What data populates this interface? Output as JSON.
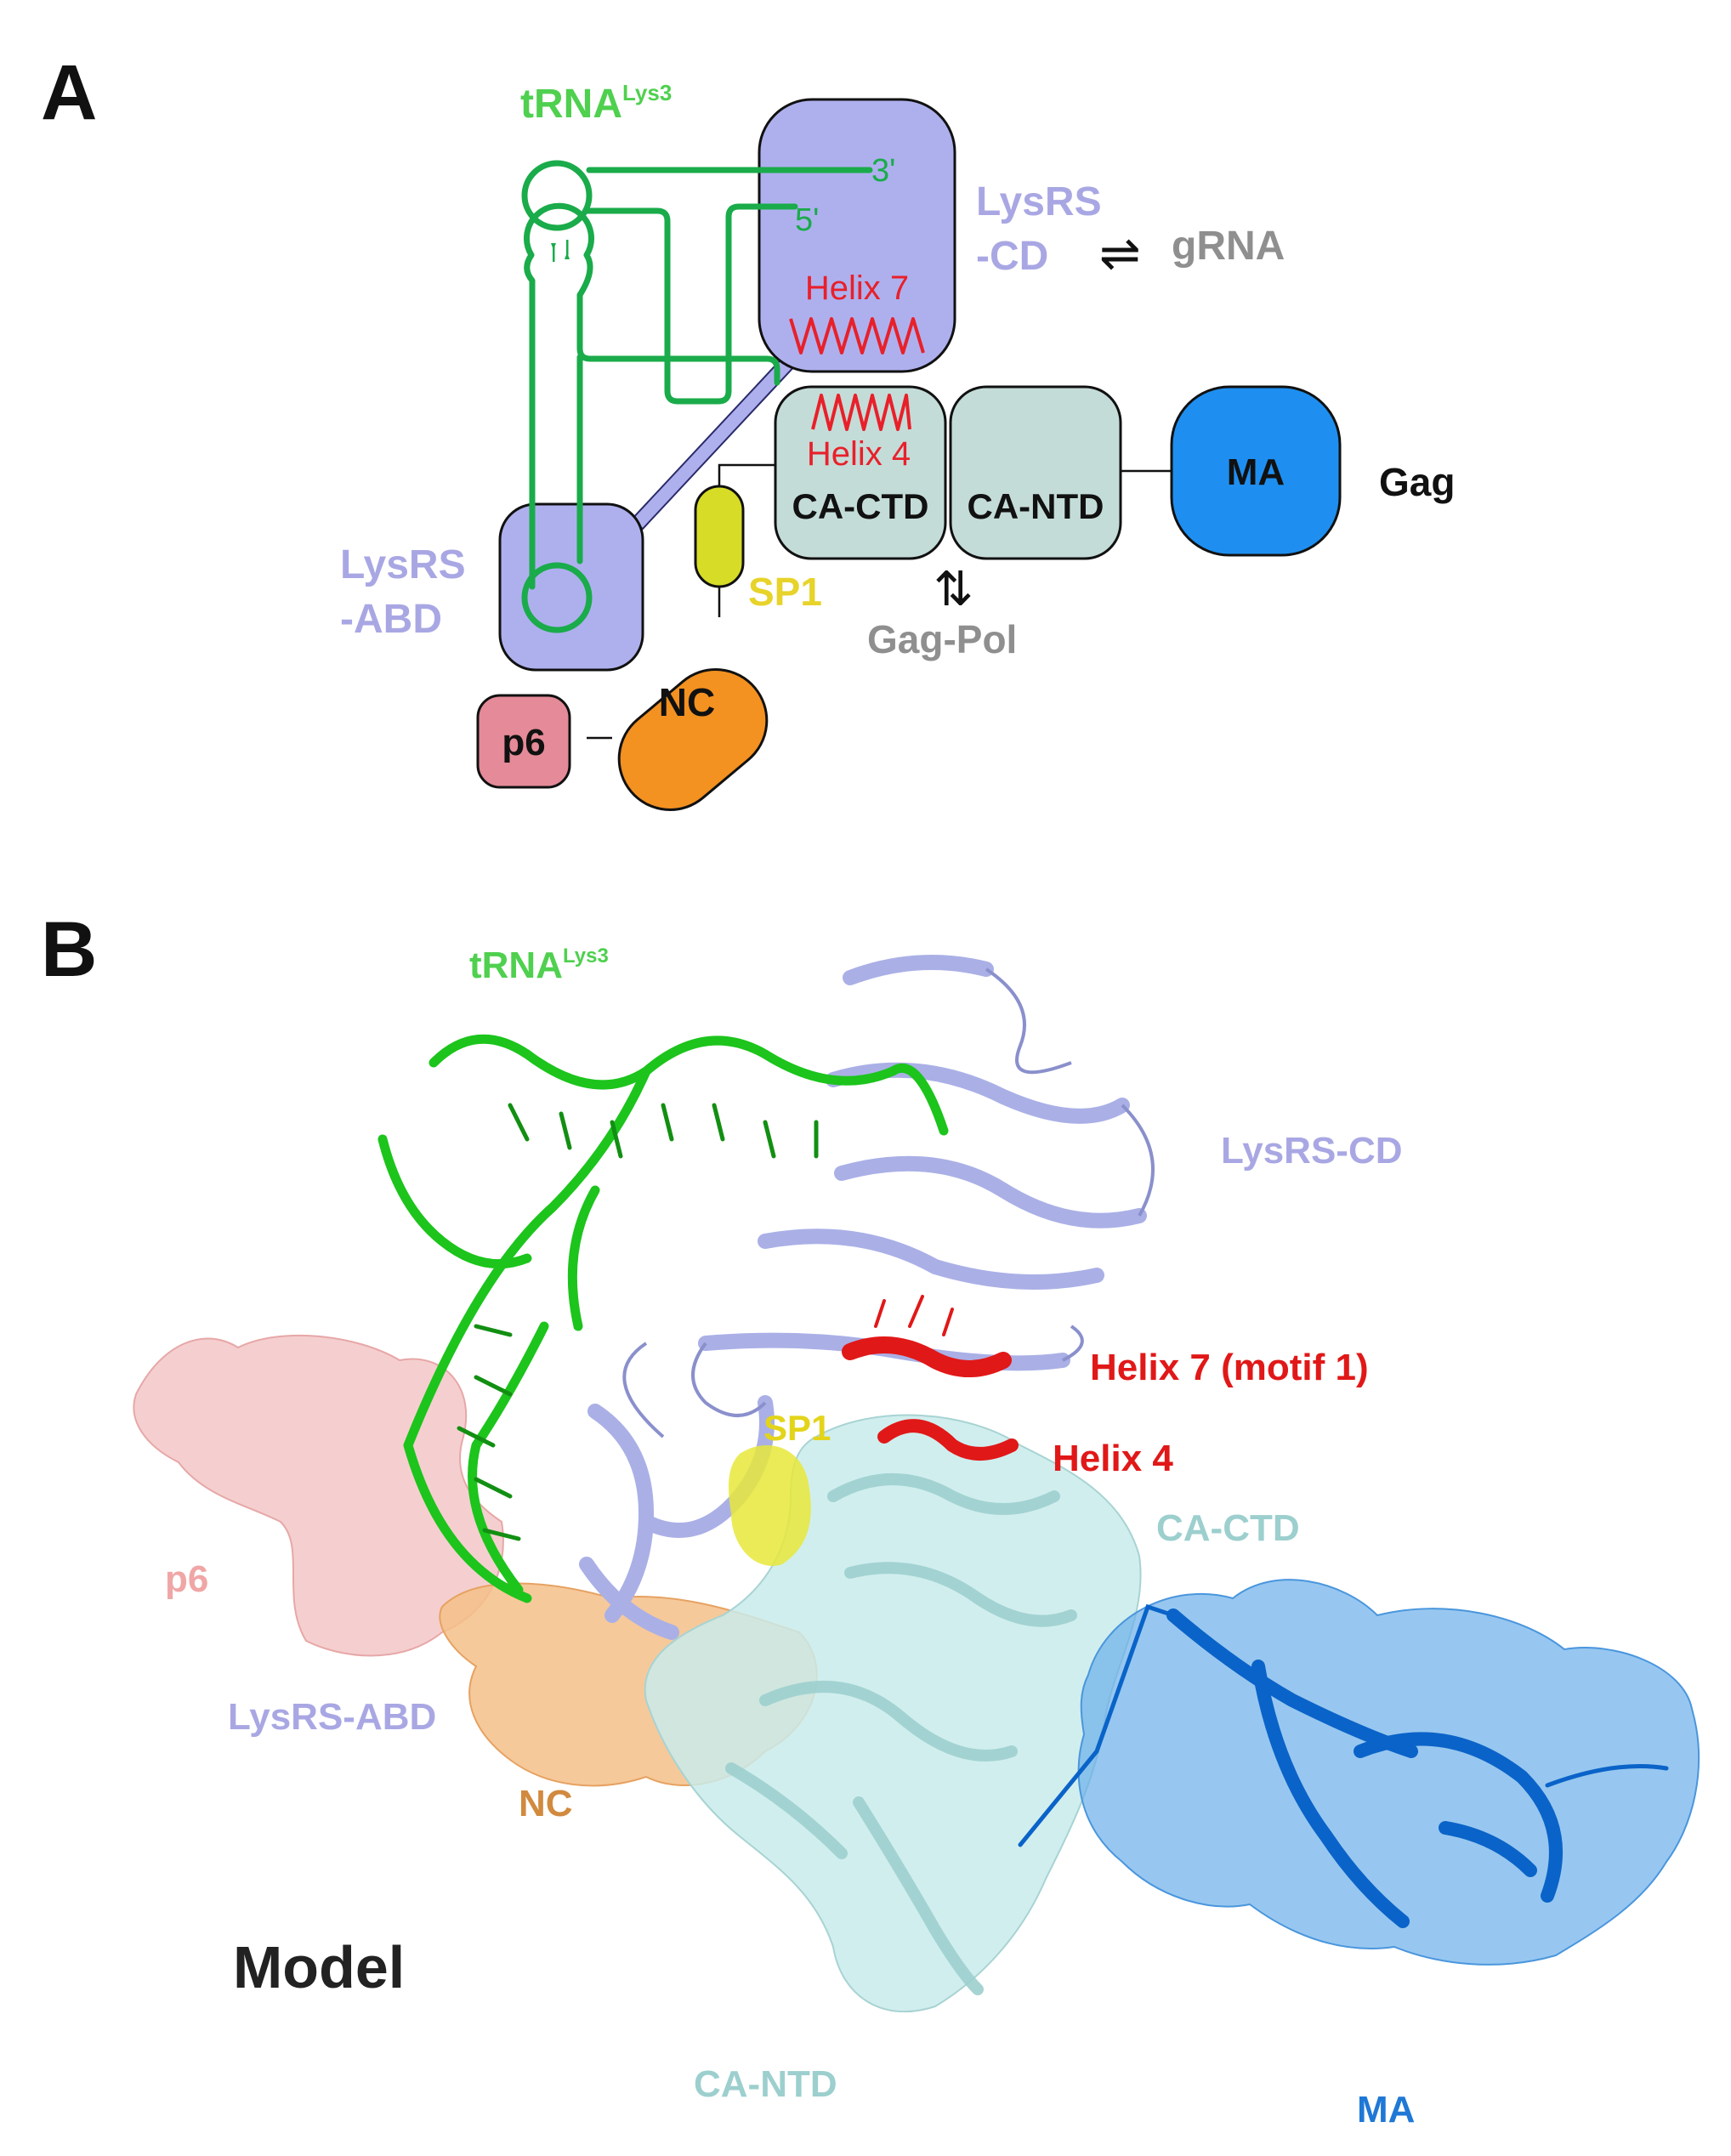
{
  "panel_a": {
    "letter": "A",
    "trna": {
      "name": "tRNA",
      "superscript": "Lys3",
      "end3": "3'",
      "end5": "5'"
    },
    "lysrs_cd": {
      "line1": "LysRS",
      "line2": "-CD",
      "helix": "Helix 7"
    },
    "lysrs_abd": {
      "line1": "LysRS",
      "line2": "-ABD"
    },
    "equilibrium_arrow": "⇌",
    "grna": "gRNA",
    "ca_ctd": {
      "label": "CA-CTD",
      "helix": "Helix 4"
    },
    "ca_ntd": "CA-NTD",
    "ma": "MA",
    "gag": "Gag",
    "sp1": "SP1",
    "vertical_arrow": "⇅",
    "gag_pol": "Gag-Pol",
    "nc": "NC",
    "p6": "p6"
  },
  "panel_b": {
    "letter": "B",
    "trna": {
      "name": "tRNA",
      "superscript": "Lys3"
    },
    "lysrs_cd": "LysRS-CD",
    "helix7": "Helix 7 (motif 1)",
    "sp1": "SP1",
    "helix4": "Helix 4",
    "ca_ctd": "CA-CTD",
    "p6": "p6",
    "lysrs_abd": "LysRS-ABD",
    "nc": "NC",
    "model": "Model",
    "ca_ntd": "CA-NTD",
    "ma": "MA"
  },
  "colors": {
    "trna_green": "#1aab4a",
    "trna_label_green": "#4fd04f",
    "lysrs": "#aeb0ee",
    "lysrs_text": "#a9a7e3",
    "helix_red": "#e8202a",
    "ca": "#c4dcd8",
    "ma": "#1e8ff0",
    "sp1": "#d7dc27",
    "nc": "#f39121",
    "p6": "#e48a98",
    "grey_text": "#8f8f8f",
    "structure_trna": "#1cc41c",
    "structure_ma": "#0a63c8",
    "structure_ma_surface": "#6bafe9",
    "structure_ca_surface": "#c9ebeb",
    "structure_nc_surface": "#f4c088",
    "structure_p6_surface": "#f3c3c3"
  }
}
